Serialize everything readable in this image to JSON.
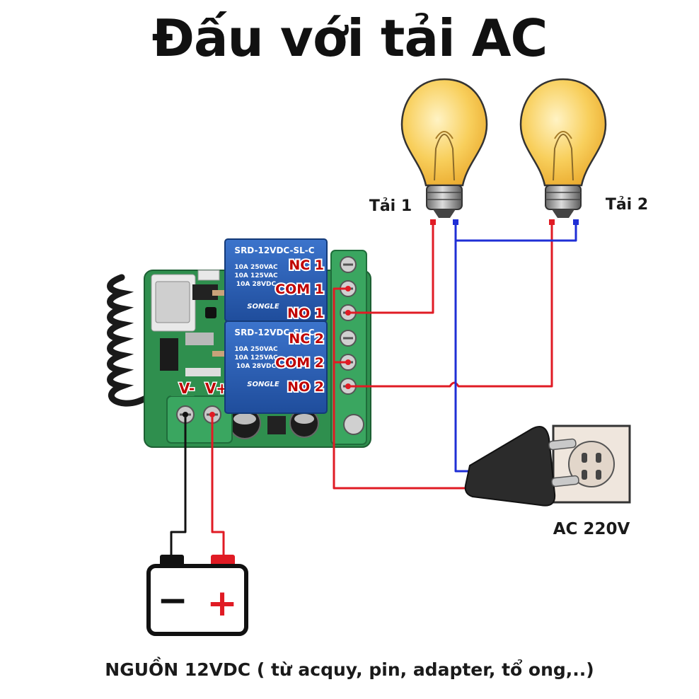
{
  "title": "Đấu với tải AC",
  "footer_caption": "NGUỒN 12VDC ( từ acquy, pin, adapter, tổ ong,..)",
  "loads": {
    "load1": "Tải 1",
    "load2": "Tải 2"
  },
  "ac_label": "AC 220V",
  "terminals": [
    "NC 1",
    "COM 1",
    "NO 1",
    "NC 2",
    "COM 2",
    "NO 2"
  ],
  "power_pins": {
    "negative": "V-",
    "positive": "V+"
  },
  "relay_text": {
    "model": "SRD-12VDC-SL-C",
    "rating1": "10A 250VAC",
    "rating2": "10A 125VAC",
    "rating3": "10A 28VDC",
    "brand": "SONGLE"
  },
  "battery_symbols": {
    "negative": "−",
    "positive": "+"
  },
  "colors": {
    "wire_red": "#e01b24",
    "wire_blue": "#1f2fd6",
    "wire_black": "#111111",
    "pcb_green": "#2f8f4e",
    "relay_blue": "#2a5fb6",
    "terminal_green": "#3aa660",
    "bulb_yellow": "#f7c64a",
    "label_red": "#c00000"
  }
}
